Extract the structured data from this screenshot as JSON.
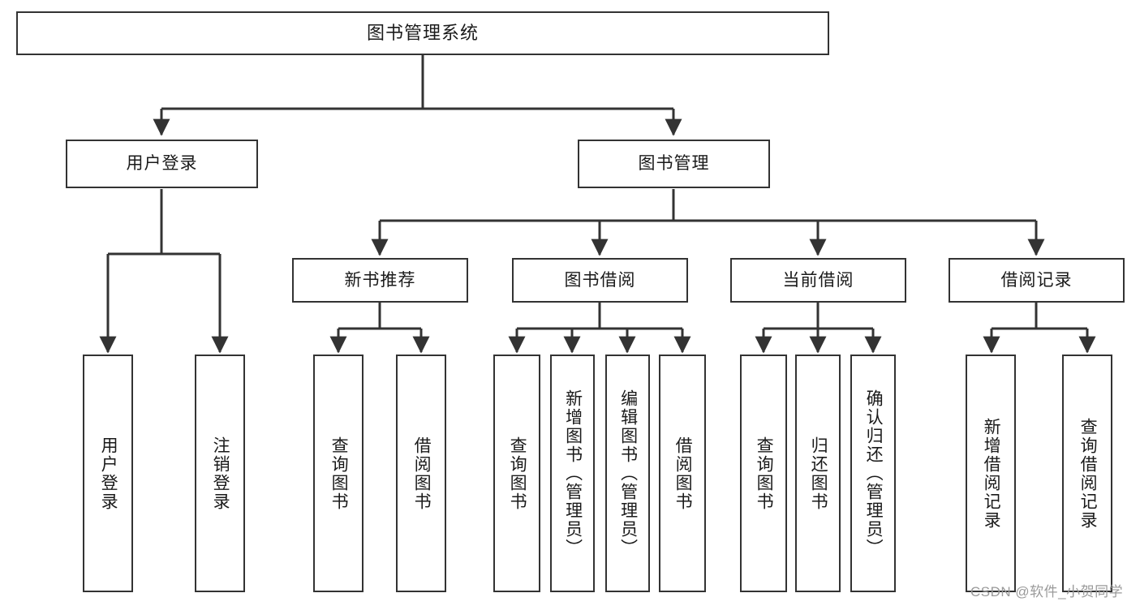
{
  "diagram": {
    "title": "图书管理系统",
    "type": "tree-hierarchy",
    "watermark": "CSDN @软件_小贺同学",
    "colors": {
      "stroke": "#333333",
      "fill": "#ffffff",
      "text": "#1a1a1a",
      "watermark": "#9a9a9a"
    },
    "nodes": {
      "root": {
        "label": "图书管理系统"
      },
      "level1": [
        {
          "id": "user-login",
          "label": "用户登录"
        },
        {
          "id": "book-manage",
          "label": "图书管理"
        }
      ],
      "level2": [
        {
          "id": "new-book-recommend",
          "label": "新书推荐"
        },
        {
          "id": "book-borrow",
          "label": "图书借阅"
        },
        {
          "id": "current-borrow",
          "label": "当前借阅"
        },
        {
          "id": "borrow-record",
          "label": "借阅记录"
        }
      ],
      "leaves": [
        {
          "id": "leaf-user-login",
          "label": "用户登录",
          "parent": "user-login"
        },
        {
          "id": "leaf-logout-login",
          "label": "注销登录",
          "parent": "user-login"
        },
        {
          "id": "leaf-query-book-1",
          "label": "查询图书",
          "parent": "new-book-recommend"
        },
        {
          "id": "leaf-borrow-book-1",
          "label": "借阅图书",
          "parent": "new-book-recommend"
        },
        {
          "id": "leaf-query-book-2",
          "label": "查询图书",
          "parent": "book-borrow"
        },
        {
          "id": "leaf-add-book",
          "label": "新增图书（管理员）",
          "parent": "book-borrow"
        },
        {
          "id": "leaf-edit-book",
          "label": "编辑图书（管理员）",
          "parent": "book-borrow"
        },
        {
          "id": "leaf-borrow-book-2",
          "label": "借阅图书",
          "parent": "book-borrow"
        },
        {
          "id": "leaf-query-book-3",
          "label": "查询图书",
          "parent": "current-borrow"
        },
        {
          "id": "leaf-return-book",
          "label": "归还图书",
          "parent": "current-borrow"
        },
        {
          "id": "leaf-confirm-return",
          "label": "确认归还（管理员）",
          "parent": "current-borrow"
        },
        {
          "id": "leaf-add-record",
          "label": "新增借阅记录",
          "parent": "borrow-record"
        },
        {
          "id": "leaf-query-record",
          "label": "查询借阅记录",
          "parent": "borrow-record"
        }
      ]
    }
  }
}
